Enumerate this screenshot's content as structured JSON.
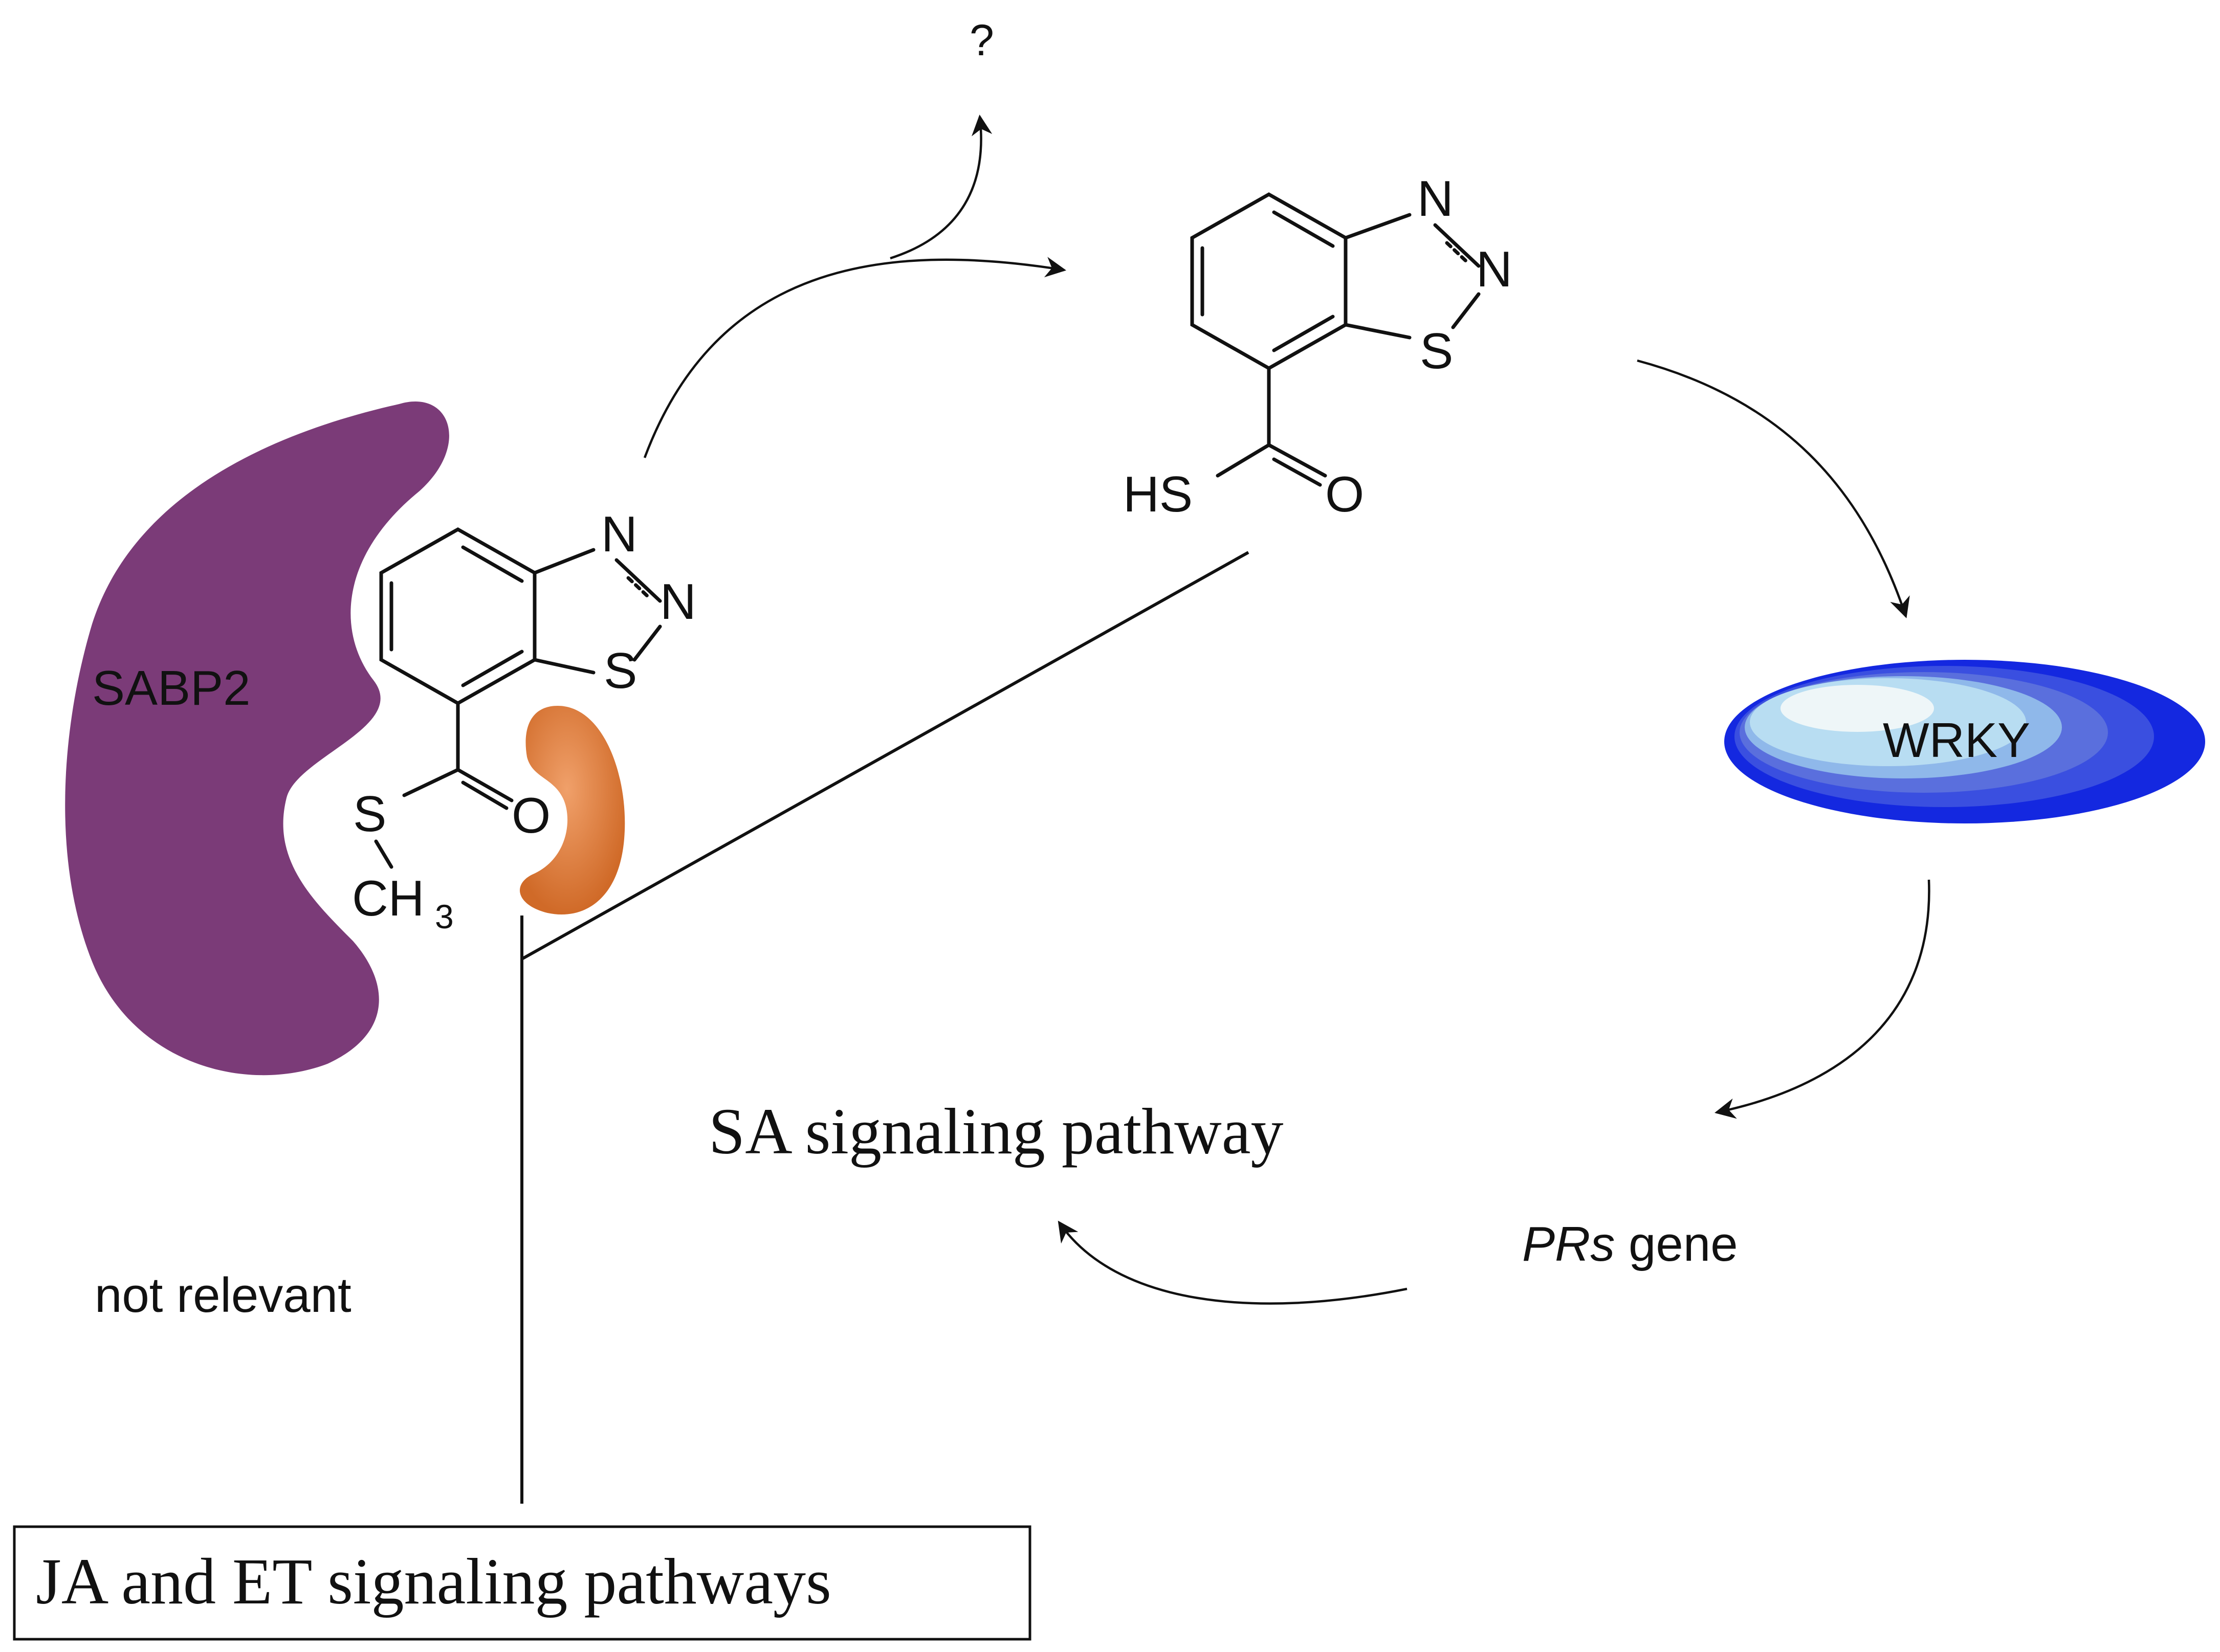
{
  "labels": {
    "question": "?",
    "sabp2": "SABP2",
    "wrky": "WRKY",
    "sa_pathway": "SA signaling pathway",
    "prs_italic": "PRs",
    "prs_gene": " gene",
    "not_relevant": "not relevant",
    "ja_et": "JA and ET signaling pathways"
  },
  "atoms": {
    "n": "N",
    "s": "S",
    "o": "O",
    "hs": "HS",
    "ch": "CH",
    "three": "3"
  },
  "colors": {
    "sabp2": "#7b3b78",
    "esterase": "#e07b39",
    "wrky_outer": "#1428e0",
    "wrky_mid": "#5a6fdd",
    "wrky_inner": "#9fd0ec",
    "wrky_core": "#eef6f8"
  }
}
